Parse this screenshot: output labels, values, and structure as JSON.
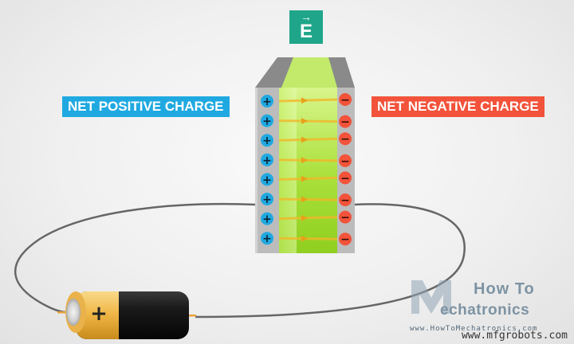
{
  "field_label": "E",
  "positive_label": "NET POSITIVE CHARGE",
  "negative_label": "NET NEGATIVE CHARGE",
  "positive_sign": "+",
  "negative_sign": "−",
  "battery_sign": "+",
  "charge_count_per_plate": 8,
  "logo": {
    "how_to": "How To",
    "mechatronics": "echatronics",
    "url": "www.HowToMechatronics.com"
  },
  "watermark": "www.mfgrobots.com",
  "colors": {
    "positive": "#20a9e1",
    "negative": "#f2533a",
    "field_badge": "#1fa68a",
    "dielectric": "#b8e84a",
    "plate": "#bcbcbc",
    "wire": "#666666"
  }
}
